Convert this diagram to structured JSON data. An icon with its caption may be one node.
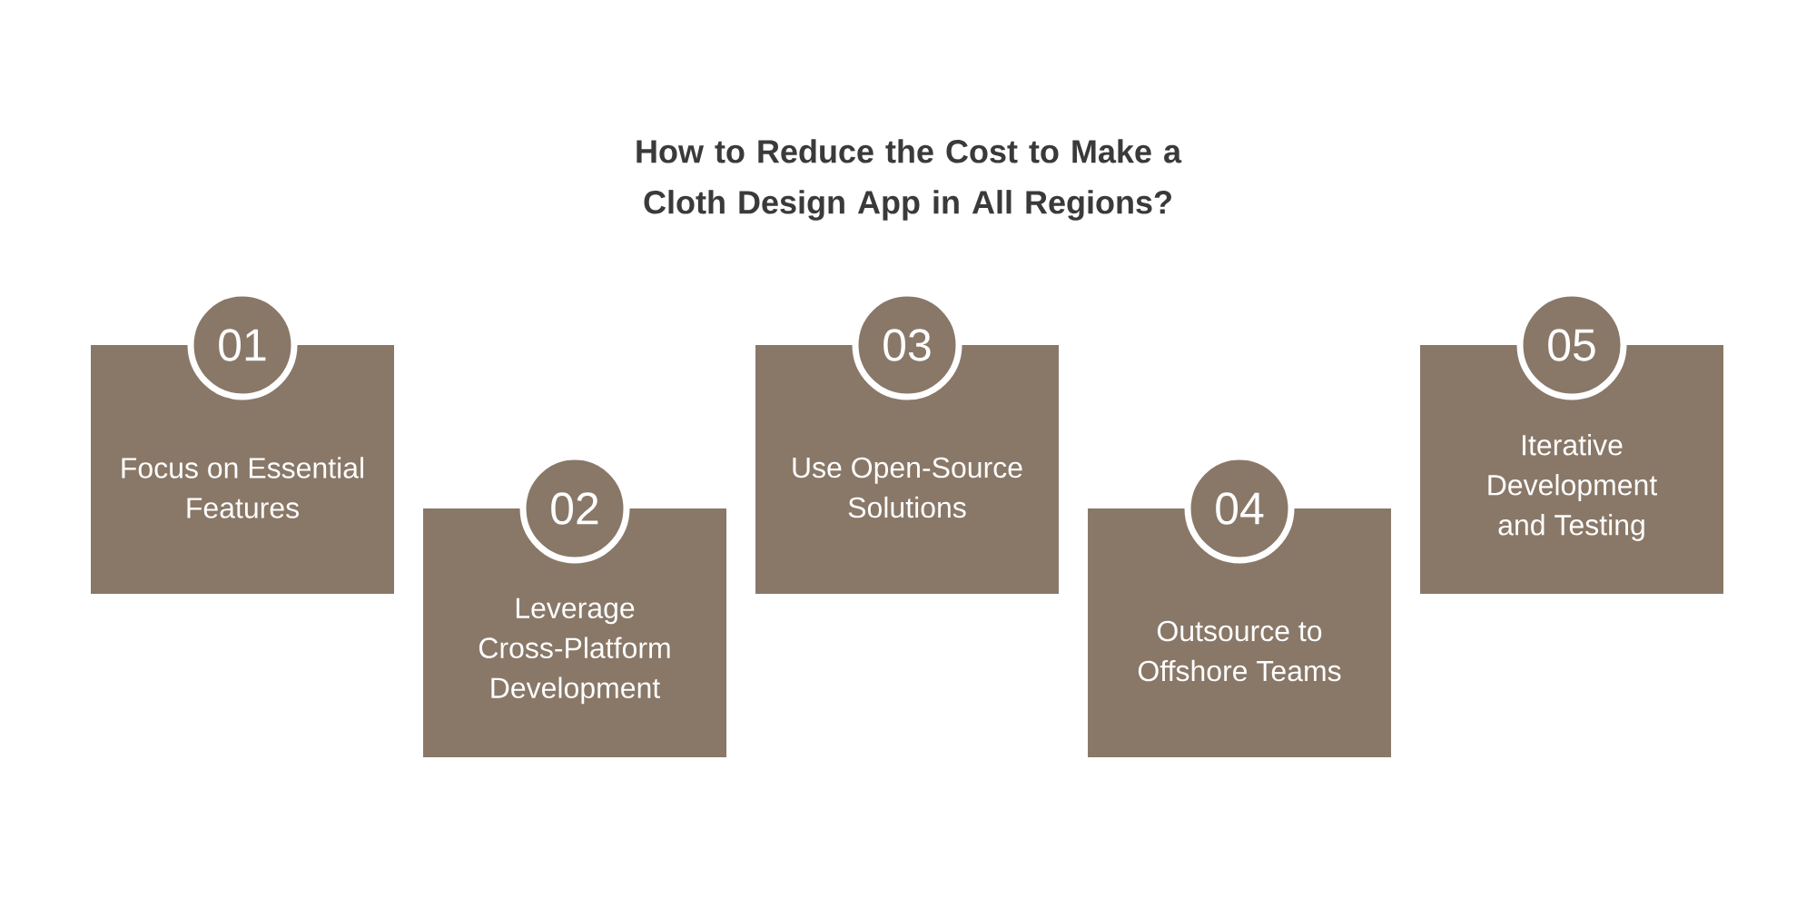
{
  "diagram": {
    "title": "How to Reduce the Cost to Make a Cloth Design App in All Regions?",
    "nodes": [
      {
        "text": [
          "01"
        ]
      },
      {
        "text": [
          "Focus on Essential Features"
        ]
      },
      {
        "text": [
          "02"
        ]
      },
      {
        "text": [
          "Leverage Cross-Platform Development"
        ]
      },
      {
        "text": [
          "03"
        ]
      },
      {
        "text": [
          "Use Open-Source Solutions"
        ]
      },
      {
        "text": [
          "04"
        ]
      },
      {
        "text": [
          "Outsource to Offshore Teams"
        ]
      },
      {
        "text": [
          "05"
        ]
      },
      {
        "text": [
          "Iterative Development and Testing"
        ]
      }
    ]
  }
}
